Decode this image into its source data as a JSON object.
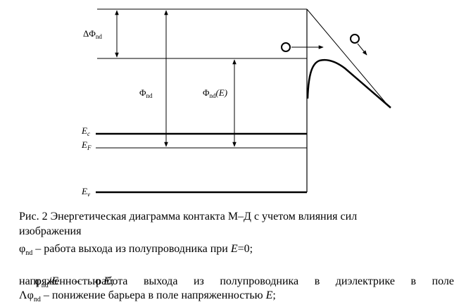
{
  "diagram": {
    "labels": {
      "delta_phi": "ΔΦ",
      "delta_phi_sub": "nd",
      "phi": "Φ",
      "phi_sub": "nd",
      "phi_e": "Φ",
      "phi_e_sub": "nd",
      "phi_e_arg": "(E)",
      "ec": "E",
      "ec_sub": "c",
      "ef": "E",
      "ef_sub": "F",
      "ev": "E",
      "ev_sub": "v"
    }
  },
  "caption": {
    "title_line1": "Рис. 2 Энергетическая диаграмма контакта М–Д с учетом влияния сил",
    "title_line2": "изображения",
    "def1_sym": "φ",
    "def1_sub": "nd",
    "def1_text": " – работа выхода из полупроводника при ",
    "def1_var": "E",
    "def1_end": "=0;",
    "def2_sym": "φ",
    "def2_sub": "nd",
    "def2_slash": "/",
    "def2_var": "E",
    "def2_text": "  –  работа  выхода  из  полупроводника  в  диэлектрике  в  поле",
    "def2_line2": "напряженностью ",
    "def2_line2_var": "E",
    "def2_line2_end": ";",
    "def3_sym": "Λφ",
    "def3_sub": "nd",
    "def3_text": " – понижение барьера в поле напряженностью ",
    "def3_var": "E",
    "def3_end": ";"
  }
}
